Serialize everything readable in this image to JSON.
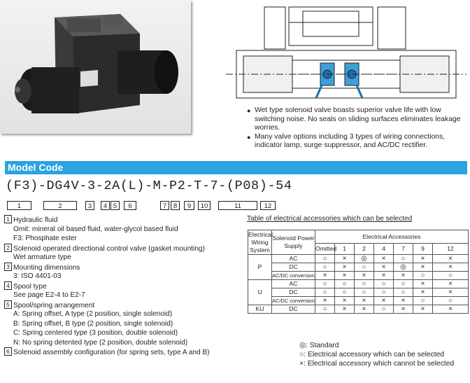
{
  "bullets": [
    "Wet type solenoid valve boasts superior valve life with low switching noise. No seals on sliding surfaces eliminates leakage worries.",
    "Many valve options including 3 types of wiring connections, indicator lamp, surge suppressor, and AC/DC rectifier."
  ],
  "model_code": {
    "heading": "Model Code",
    "code": "(F3)-DG4V-3-2A(L)-M-P2-T-7-(P08)-54",
    "boxes": [
      "1",
      "2",
      "3",
      "4",
      "5",
      "6",
      "7",
      "8",
      "9",
      "10",
      "11",
      "12"
    ]
  },
  "descriptions": [
    {
      "num": "1",
      "text": "Hydraulic fluid",
      "subs": [
        "Omit: mineral oil based fluid, water-glycol based fluid",
        "F3: Phosphate ester"
      ]
    },
    {
      "num": "2",
      "text": "Solenoid operated directional control valve (gasket mounting)",
      "subs": [
        "Wet armature type"
      ]
    },
    {
      "num": "3",
      "text": "Mounting dimensions",
      "subs": [
        "3: ISO 4401-03"
      ]
    },
    {
      "num": "4",
      "text": "Spool type",
      "subs": [
        "See page E2-4 to E2-7"
      ]
    },
    {
      "num": "5",
      "text": "Spool/spring arrangement",
      "subs": [
        "A: Spring offset, A type (2 position, single solenoid)",
        "B: Spring offset, B type (2 position, single solenoid)",
        "C: Spring centered type (3 position, double solenoid)",
        "N: No spring detented type (2 position, double solenoid)"
      ]
    },
    {
      "num": "6",
      "text": "Solenoid assembly configuration (for spring sets, type A and B)",
      "subs": []
    }
  ],
  "table": {
    "caption": "Table of electrical accessories which can be selected",
    "header_wiring": "Electrical Wiring System",
    "header_power": "Solenoid Power Supply",
    "header_acc": "Electrical Accessories",
    "columns": [
      "Omitted",
      "1",
      "2",
      "4",
      "7",
      "9",
      "12"
    ],
    "groups": [
      {
        "system": "P",
        "rows": [
          {
            "power": "AC",
            "cells": [
              "○",
              "×",
              "◎",
              "×",
              "○",
              "×",
              "×"
            ]
          },
          {
            "power": "DC",
            "cells": [
              "○",
              "×",
              "○",
              "×",
              "◎",
              "×",
              "×"
            ]
          },
          {
            "power": "AC/DC conversion",
            "cells": [
              "×",
              "×",
              "×",
              "×",
              "×",
              "○",
              "○"
            ]
          }
        ]
      },
      {
        "system": "U",
        "rows": [
          {
            "power": "AC",
            "cells": [
              "○",
              "○",
              "○",
              "○",
              "○",
              "×",
              "×"
            ]
          },
          {
            "power": "DC",
            "cells": [
              "○",
              "○",
              "○",
              "○",
              "○",
              "×",
              "×"
            ]
          },
          {
            "power": "AC/DC conversion",
            "cells": [
              "×",
              "×",
              "×",
              "×",
              "×",
              "○",
              "○"
            ]
          }
        ]
      },
      {
        "system": "KU",
        "rows": [
          {
            "power": "DC",
            "cells": [
              "○",
              "×",
              "×",
              "○",
              "×",
              "×",
              "×"
            ]
          }
        ]
      }
    ]
  },
  "legend": [
    {
      "symbol": "◎",
      "text": ": Standard"
    },
    {
      "symbol": "○",
      "text": ": Electrical accessory which can be selected"
    },
    {
      "symbol": "×",
      "text": ": Electrical accessory which cannot be selected"
    }
  ]
}
